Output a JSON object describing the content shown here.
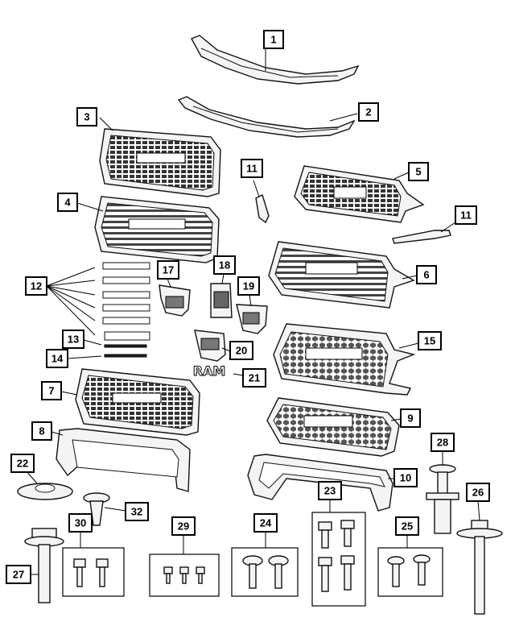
{
  "callouts": {
    "c1": "1",
    "c2": "2",
    "c3": "3",
    "c4": "4",
    "c5": "5",
    "c6": "6",
    "c7": "7",
    "c8": "8",
    "c9": "9",
    "c10": "10",
    "c11a": "11",
    "c11b": "11",
    "c12": "12",
    "c13": "13",
    "c14": "14",
    "c15": "15",
    "c16": "17",
    "c18": "18",
    "c19": "19",
    "c20": "20",
    "c21": "21",
    "c22": "22",
    "c23": "23",
    "c24": "24",
    "c25": "25",
    "c26": "26",
    "c27": "27",
    "c28": "28",
    "c29": "29",
    "c30": "30",
    "c32": "32"
  },
  "emblem_text": "RAM"
}
